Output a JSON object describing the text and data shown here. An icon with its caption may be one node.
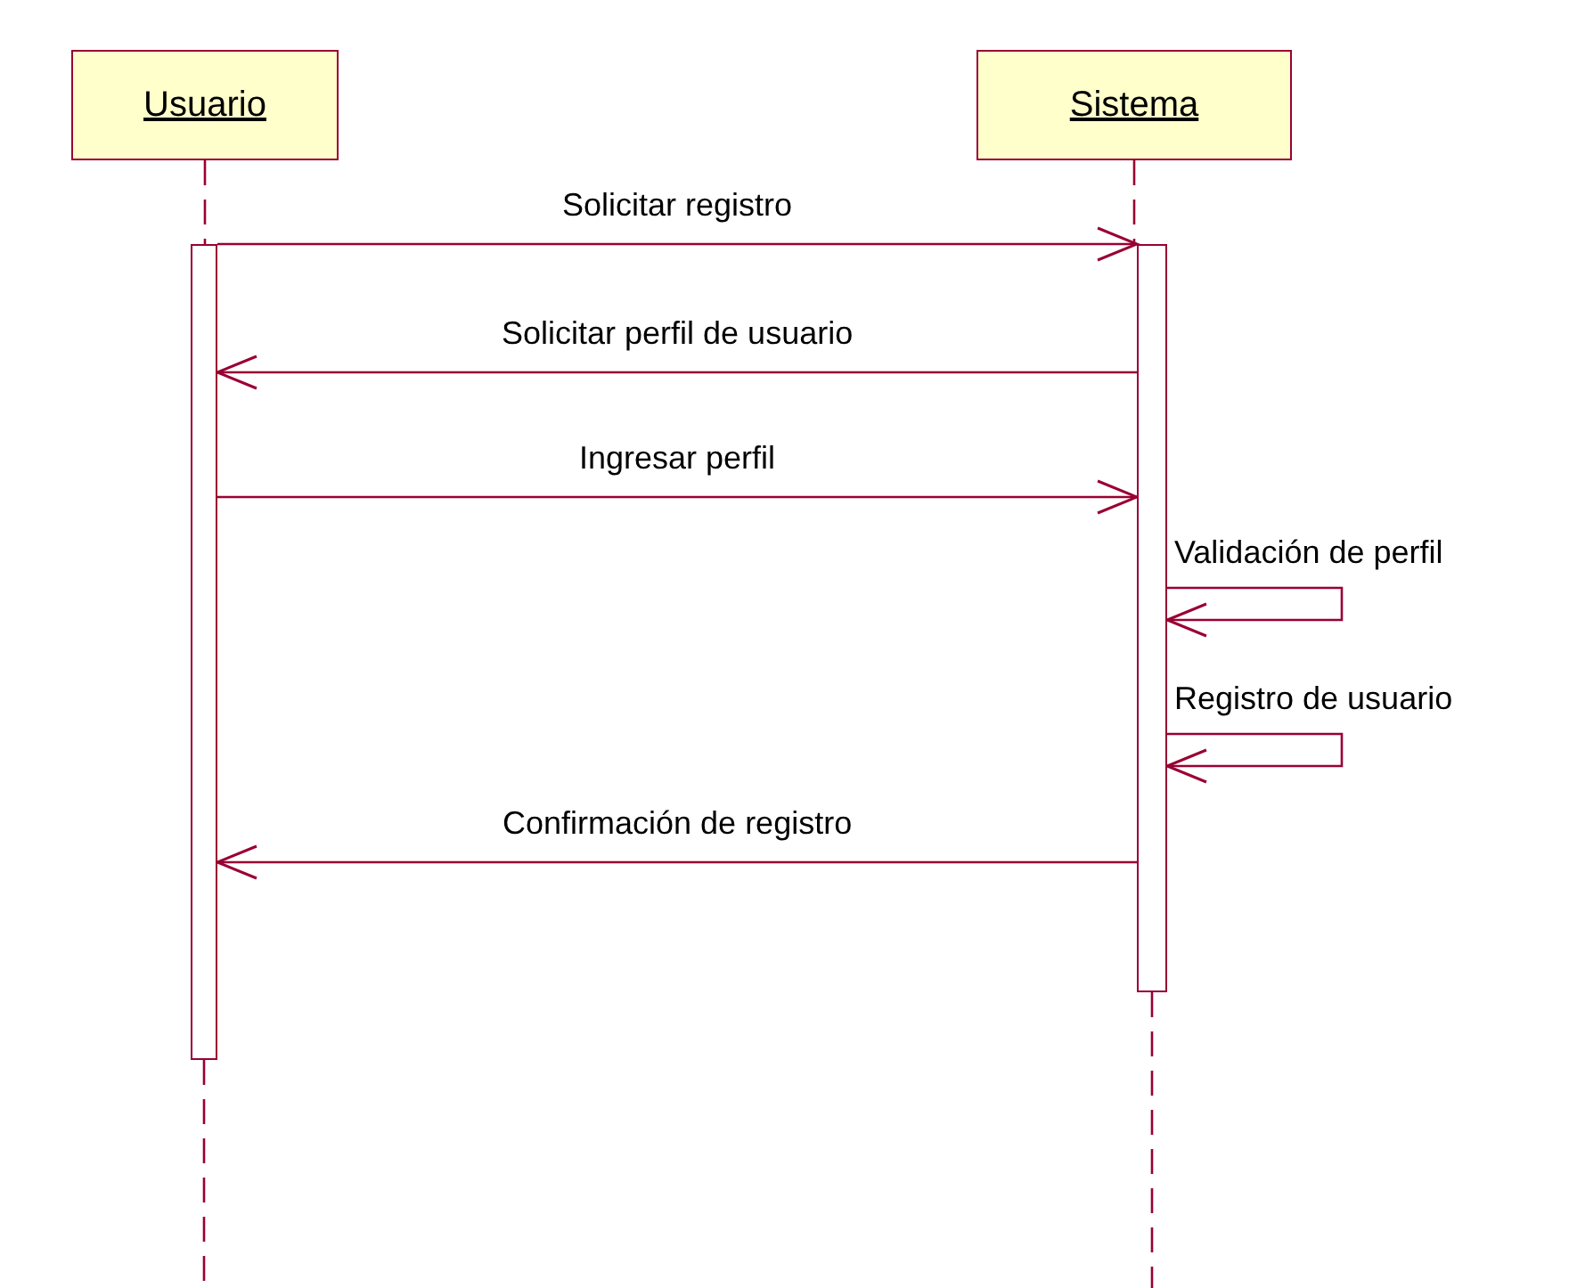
{
  "diagram": {
    "nodes": [
      {
        "text": [
          "Usuario"
        ]
      },
      {
        "text": [
          "Sistema"
        ]
      },
      {
        "text": [],
        "shape": "bar"
      },
      {
        "text": [],
        "shape": "bar"
      }
    ],
    "edges": [
      {
        "from": 2,
        "to": 3,
        "arrow": "to",
        "label": "Solicitar registro"
      },
      {
        "from": 3,
        "to": 2,
        "arrow": "to",
        "label": "Solicitar perfil de usuario"
      },
      {
        "from": 2,
        "to": 3,
        "arrow": "to",
        "label": "Ingresar perfil"
      },
      {
        "from": 3,
        "to": 3,
        "arrow": "to",
        "label": "Validación de perfil"
      },
      {
        "from": 3,
        "to": 3,
        "arrow": "to",
        "label": "Registro de usuario"
      },
      {
        "from": 3,
        "to": 2,
        "arrow": "to",
        "label": "Confirmación de registro"
      },
      {
        "from": 0,
        "to": 2,
        "arrow": "none",
        "style": "dashed"
      },
      {
        "from": 1,
        "to": 3,
        "arrow": "none",
        "style": "dashed"
      },
      {
        "from": 2,
        "to": null,
        "arrow": "none",
        "style": "dashed"
      },
      {
        "from": 3,
        "to": null,
        "arrow": "none",
        "style": "dashed"
      }
    ]
  }
}
